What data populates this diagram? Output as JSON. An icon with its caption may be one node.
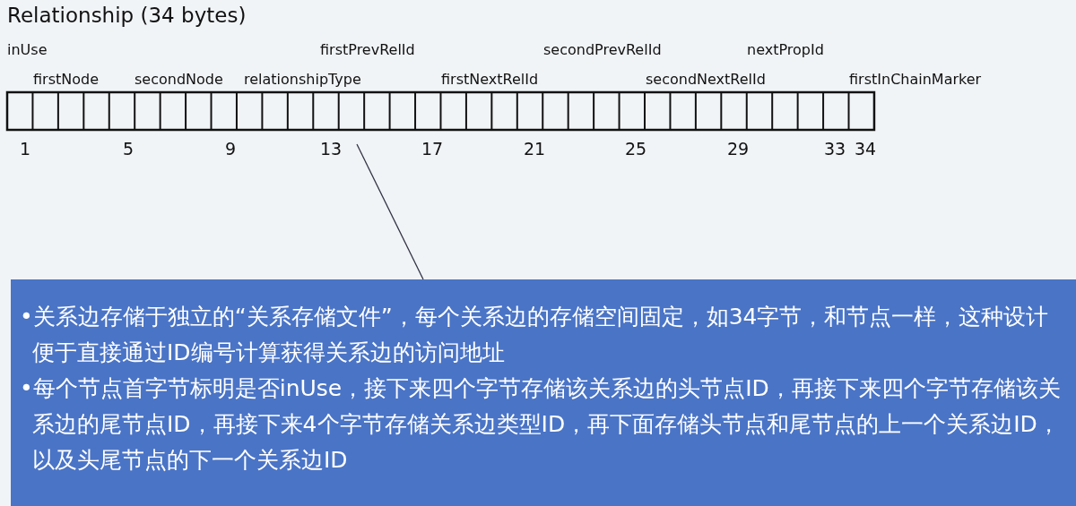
{
  "diagram": {
    "title": "Relationship (34 bytes)",
    "nodes": [
      {
        "text": [],
        "shape": "box"
      },
      {
        "text": [
          "•关系边存储于独立的“关系存储文件”，每个关系边的存储空间固定，如34字节，和节点一样，这种设计便于直接通过ID编号计算获得关系边的访问地址",
          "•每个节点首字节标明是否inUse，接下来四个字节存储该关系边的头节点ID，再接下来四个字节存储该关系边的尾节点ID，再接下来4个字节存储关系边类型ID，再下面存储头节点和尾节点的上一个关系边ID，以及头尾节点的下一个关系边ID"
        ]
      }
    ],
    "edges": [
      {
        "from": 1,
        "to": 0,
        "arrow": "none"
      }
    ],
    "labels": [
      "inUse",
      "firstPrevRelId",
      "secondPrevRelId",
      "nextPropId",
      "firstNode",
      "secondNode",
      "relationshipType",
      "firstNextRelId",
      "secondNextRelId",
      "firstInChainMarker",
      "1",
      "5",
      "9",
      "13",
      "17",
      "21",
      "25",
      "29",
      "33",
      "34"
    ]
  }
}
